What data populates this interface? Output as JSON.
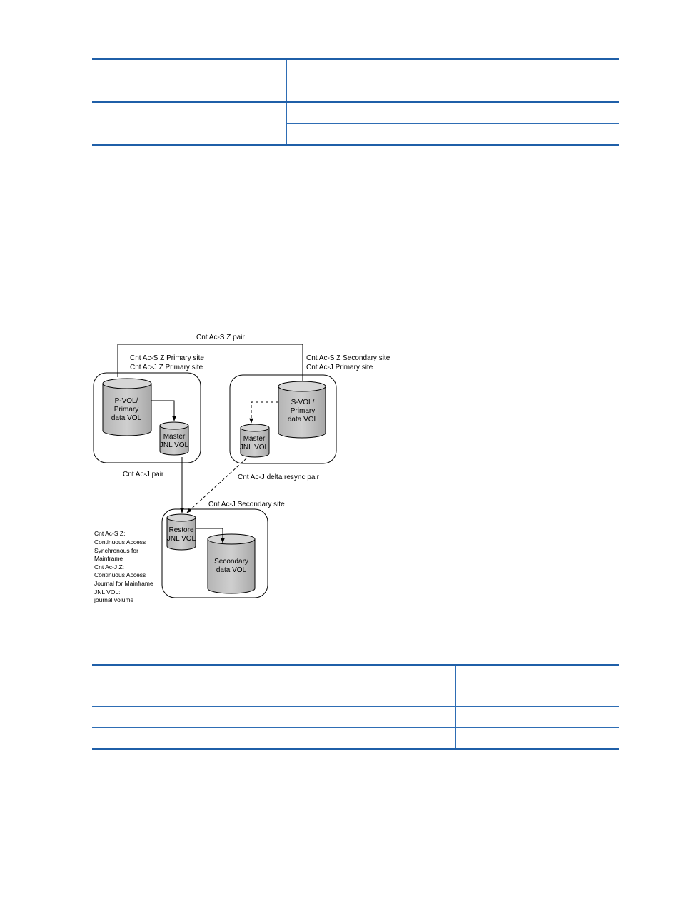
{
  "diagram": {
    "top_pair_label": "Cnt Ac-S Z pair",
    "primary_site": {
      "line1": "Cnt Ac-S Z Primary site",
      "line2": "Cnt Ac-J Z Primary site"
    },
    "secondary_site": {
      "line1": "Cnt Ac-S Z  Secondary site",
      "line2": "Cnt Ac-J  Primary site"
    },
    "pvol": {
      "line1": "P-VOL/",
      "line2": "Primary",
      "line3": "data VOL"
    },
    "svol": {
      "line1": "S-VOL/",
      "line2": "Primary",
      "line3": "data VOL"
    },
    "master_jnl_left": {
      "line1": "Master",
      "line2": "JNL VOL"
    },
    "master_jnl_right": {
      "line1": "Master",
      "line2": "JNL VOL"
    },
    "acj_pair_label": "Cnt Ac-J  pair",
    "delta_resync_label": "Cnt Ac-J  delta resync pair",
    "acj_secondary_site": "Cnt Ac-J  Secondary site",
    "restore_jnl": {
      "line1": "Restore",
      "line2": "JNL VOL"
    },
    "secondary_data": {
      "line1": "Secondary",
      "line2": "data VOL"
    },
    "legend": [
      "Cnt Ac-S Z:",
      "Continuous Access",
      "Synchronous for",
      "Mainframe",
      "Cnt Ac-J Z:",
      "Continuous Access",
      "Journal for Mainframe",
      "JNL VOL:",
      "journal volume"
    ]
  }
}
